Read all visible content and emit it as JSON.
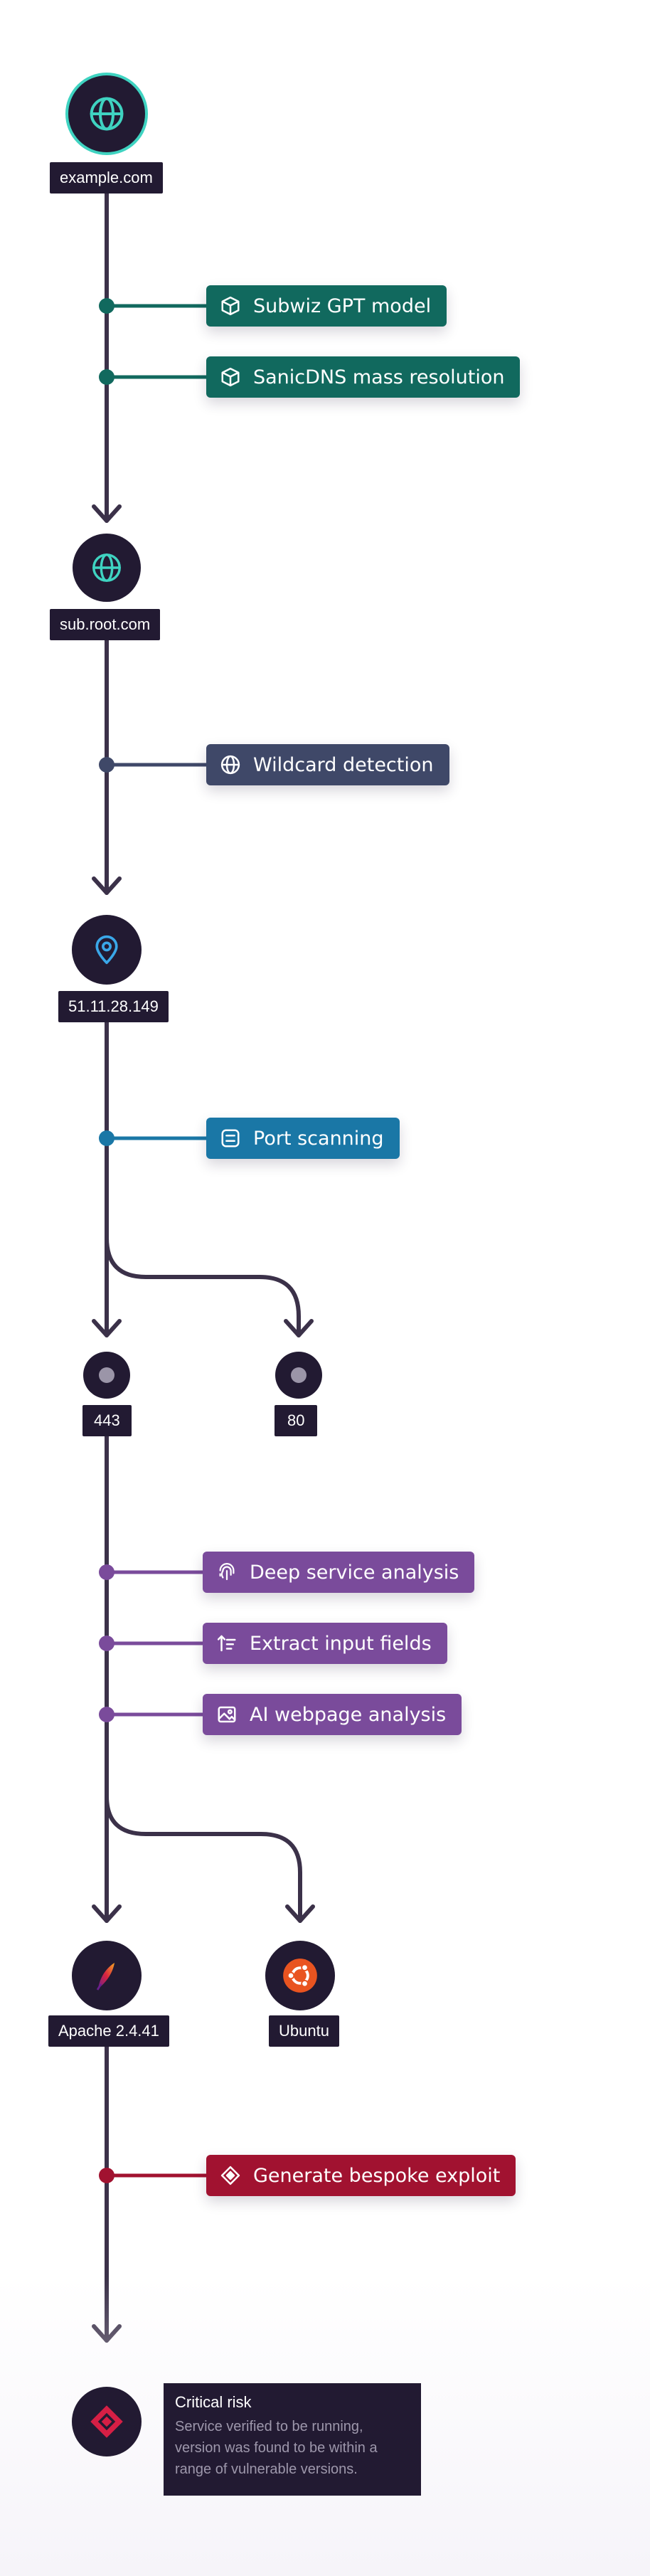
{
  "nodes": {
    "domain": "example.com",
    "subdomain": "sub.root.com",
    "ip": "51.11.28.149",
    "port_443": "443",
    "port_80": "80",
    "server": "Apache 2.4.41",
    "os": "Ubuntu"
  },
  "steps": {
    "subwiz": "Subwiz GPT model",
    "sanicdns": "SanicDNS mass resolution",
    "wildcard": "Wildcard detection",
    "port_scan": "Port scanning",
    "deep_service": "Deep service analysis",
    "extract_fields": "Extract input fields",
    "ai_webpage": "AI webpage analysis",
    "exploit": "Generate bespoke exploit"
  },
  "risk": {
    "title": "Critical risk",
    "description": "Service verified to be running, version was found to be within a range of vulnerable versions."
  },
  "icons": {
    "domain": "globe-icon",
    "subdomain": "globe-icon",
    "ip": "map-pin-icon",
    "port": "dot-icon",
    "server": "feather-icon",
    "os": "ubuntu-icon",
    "risk": "diamond-alert-icon",
    "subwiz": "cube-icon",
    "sanicdns": "cube-icon",
    "wildcard": "globe-icon",
    "port_scan": "list-icon",
    "deep_service": "fingerprint-icon",
    "extract_fields": "sort-icon",
    "ai_webpage": "image-icon",
    "exploit": "diamond-icon"
  },
  "colors": {
    "line": "#3b3149",
    "node_bg": "#221a32",
    "teal": "#11695e",
    "teal_accent": "#3fd3c1",
    "slate": "#3f4868",
    "blue": "#1a77a6",
    "purple": "#7a4b9b",
    "crimson": "#a11230",
    "ubuntu": "#e95420"
  }
}
